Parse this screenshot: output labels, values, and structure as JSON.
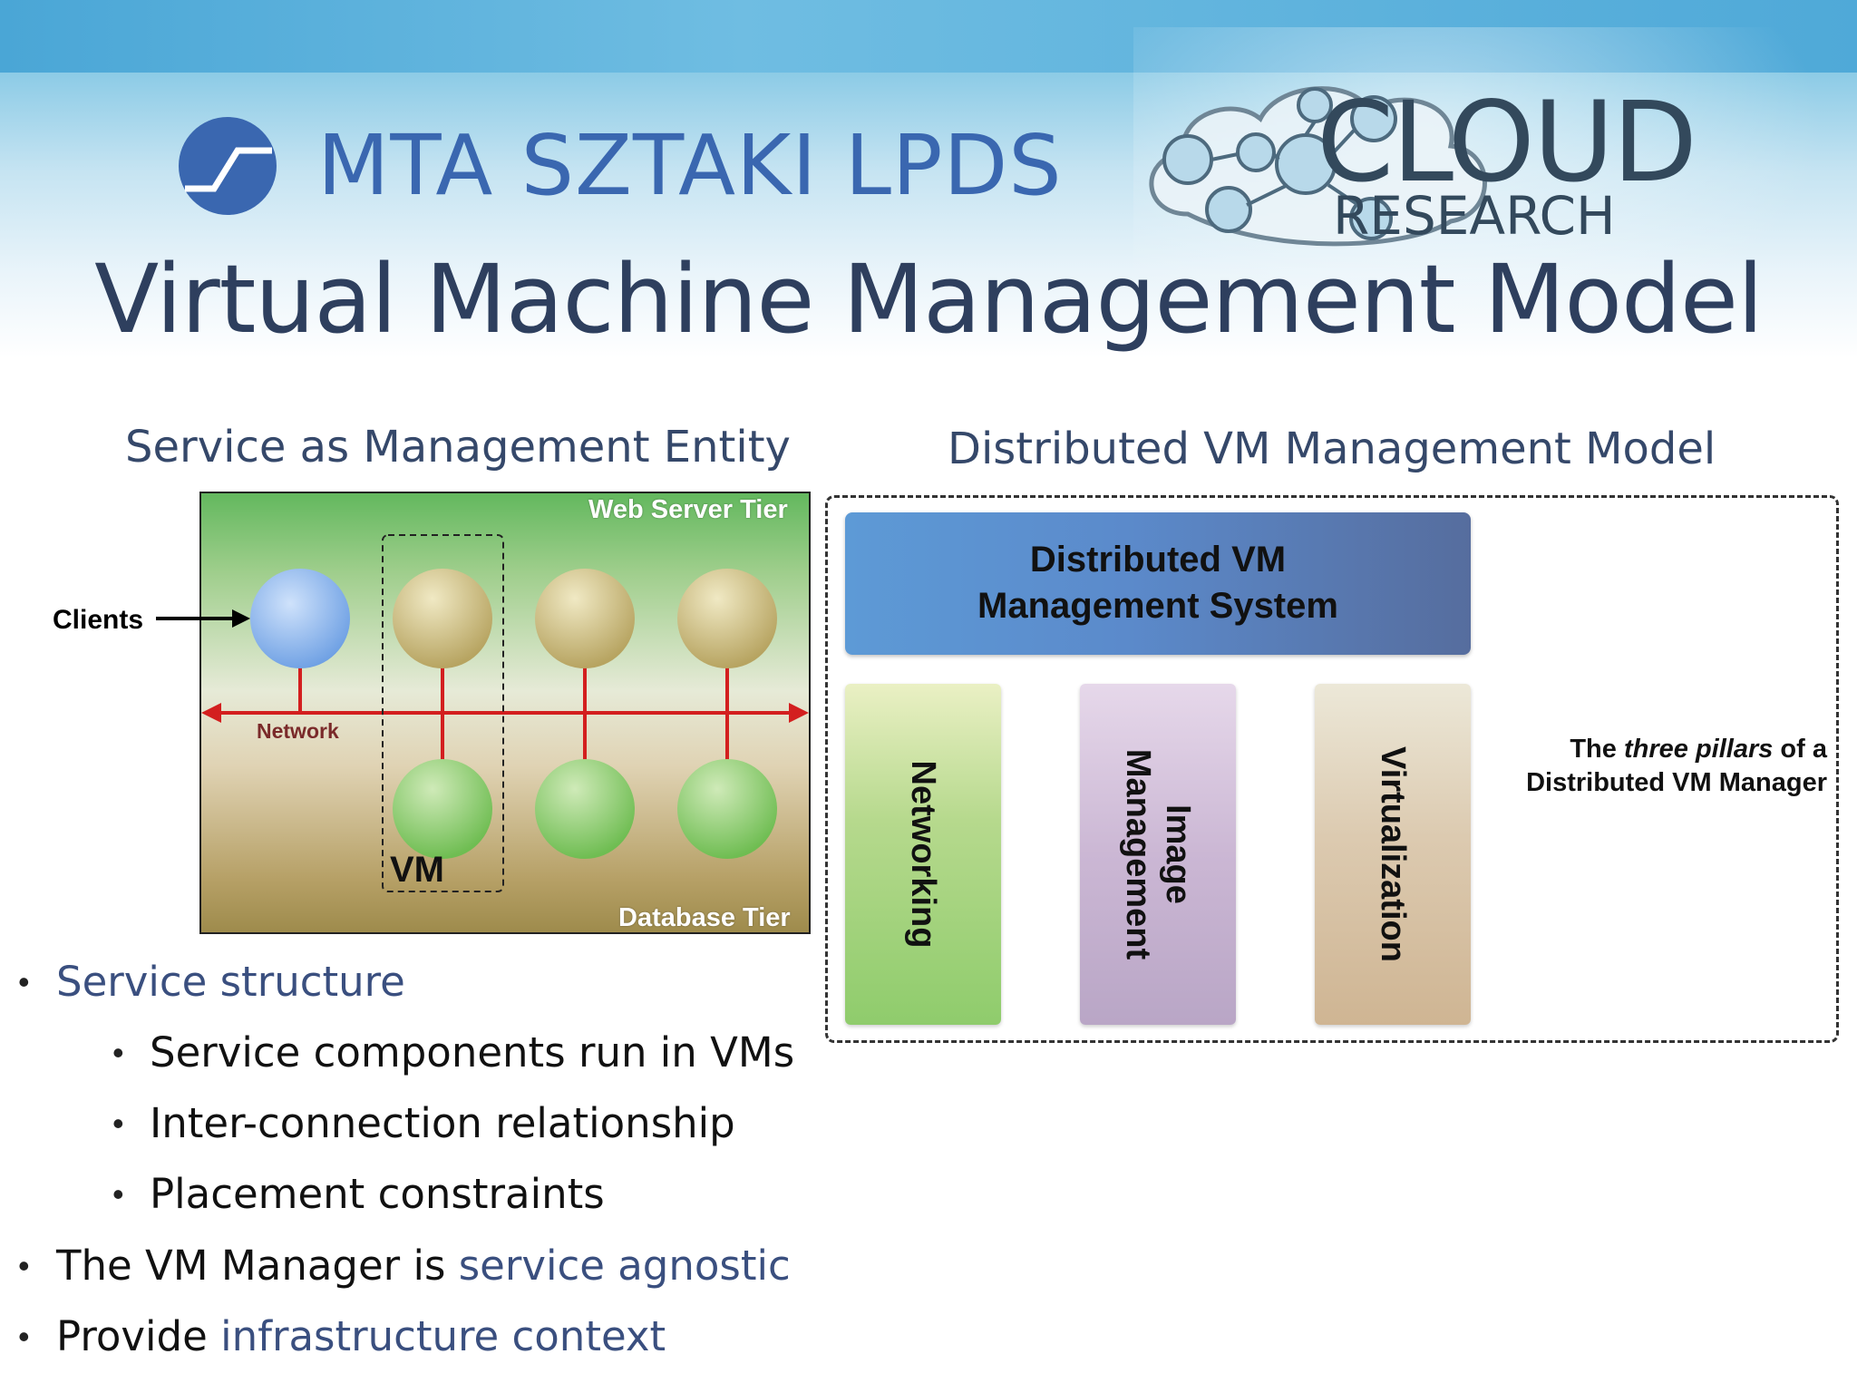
{
  "header": {
    "org_logo_text": "MTA SZTAKI LPDS",
    "cloud_logo_word": "CLOUD",
    "cloud_logo_sub": "RESEARCH",
    "title": "Virtual Machine Management Model"
  },
  "left_panel": {
    "subtitle": "Service as Management Entity",
    "web_tier_label": "Web Server Tier",
    "db_tier_label": "Database Tier",
    "clients_label": "Clients",
    "network_label": "Network",
    "vm_label": "VM"
  },
  "right_panel": {
    "subtitle": "Distributed VM Management Model",
    "system_line1": "Distributed VM",
    "system_line2": "Management System",
    "pillars": [
      {
        "label": "Networking"
      },
      {
        "label_line1": "Image",
        "label_line2": "Management"
      },
      {
        "label": "Virtualization"
      }
    ],
    "caption_pre": "The ",
    "caption_em": "three pillars",
    "caption_post": " of a",
    "caption_line2": "Distributed VM Manager"
  },
  "bullets": {
    "b1": "Service structure",
    "b1_sub": [
      "Service components run in VMs",
      "Inter-connection relationship",
      "Placement constraints"
    ],
    "b2_plain": "The VM Manager is ",
    "b2_accent": "service agnostic",
    "b3_plain": "Provide ",
    "b3_accent": "infrastructure context",
    "bullet_char": "•"
  },
  "colors": {
    "title": "#2e3f5e",
    "accent_text": "#3a4f7f",
    "network_line": "#d31f1f",
    "client_node": "#7fb0ea",
    "web_node": "#cbbd7c",
    "db_node": "#88c86a"
  }
}
